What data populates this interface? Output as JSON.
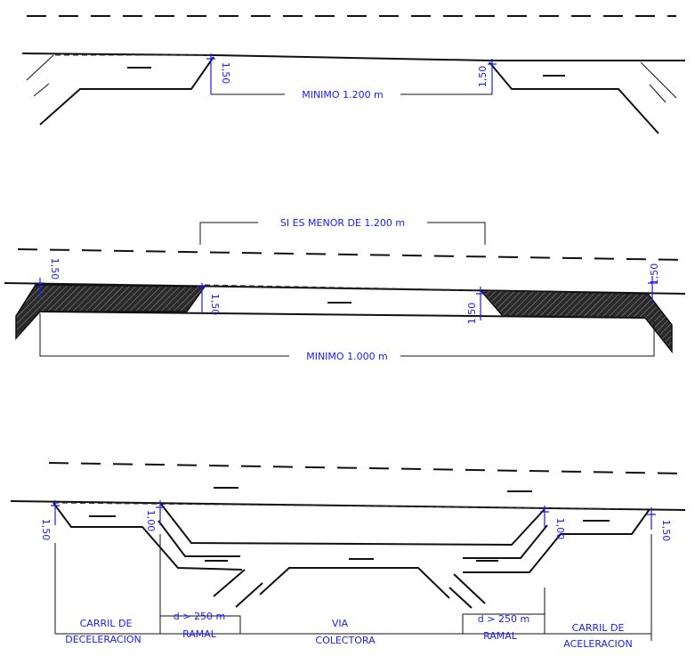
{
  "diagram1": {
    "offset_left": "1,50",
    "offset_right": "1,50",
    "min_distance": "MINIMO  1.200  m"
  },
  "diagram2": {
    "condition": "SI ES MENOR DE 1.200 m",
    "offset_outer_left": "1,50",
    "offset_inner_left": "1,50",
    "offset_inner_right": "1,50",
    "offset_outer_right": "1,50",
    "min_distance": "MINIMO  1.000  m"
  },
  "diagram3": {
    "offset_outer_left": "1,50",
    "offset_inner_left": "1,00",
    "offset_inner_right": "1,00",
    "offset_outer_right": "1,50",
    "decel_line1": "CARRIL DE",
    "decel_line2": "DECELERACION",
    "ramal_left_d": "d > 250 m",
    "ramal_left": "RAMAL",
    "via_line1": "VIA",
    "via_line2": "COLECTORA",
    "ramal_right_d": "d > 250 m",
    "ramal_right": "RAMAL",
    "accel_line1": "CARRIL DE",
    "accel_line2": "ACELERACION"
  }
}
